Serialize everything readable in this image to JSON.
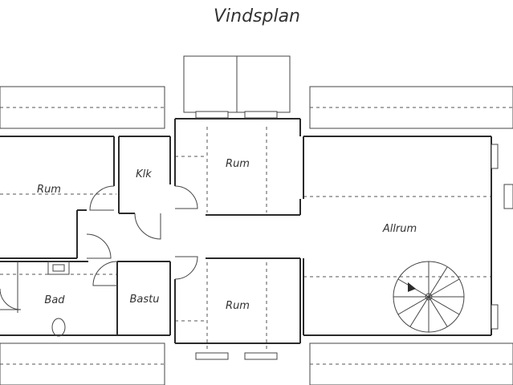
{
  "title": "Vindsplan",
  "rooms": {
    "rum_left": "Rum",
    "klk": "Klk",
    "rum_top": "Rum",
    "allrum": "Allrum",
    "bad": "Bad",
    "bastu": "Bastu",
    "rum_bottom": "Rum"
  }
}
